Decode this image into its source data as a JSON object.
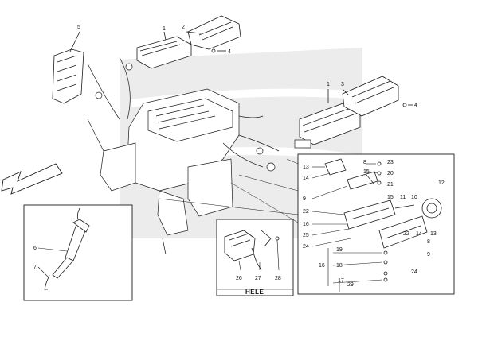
{
  "callouts": {
    "n1a": "1",
    "n2": "2",
    "n4a": "4",
    "n5": "5",
    "n1b": "1",
    "n3": "3",
    "n4b": "4",
    "n6": "6",
    "n7": "7",
    "n13a": "13",
    "n8a": "8",
    "n14a": "14",
    "n15a": "15",
    "n23": "23",
    "n20": "20",
    "n21": "21",
    "n9a": "9",
    "n22a": "22",
    "n16": "16",
    "n25": "25",
    "n24a": "24",
    "n12": "12",
    "n15b": "15",
    "n11": "11",
    "n10": "10",
    "n22b": "22",
    "n14b": "14",
    "n13b": "13",
    "n8b": "8",
    "n9b": "9",
    "n24b": "24",
    "n19": "19",
    "n18": "18",
    "n16b": "16",
    "n17": "17",
    "n29": "29",
    "n26": "26",
    "n27": "27",
    "n28": "28"
  },
  "hele_label": "HELE",
  "colors": {
    "line": "#1a1a1a",
    "ghost": "#e9e9e9",
    "fill": "#ffffff"
  }
}
